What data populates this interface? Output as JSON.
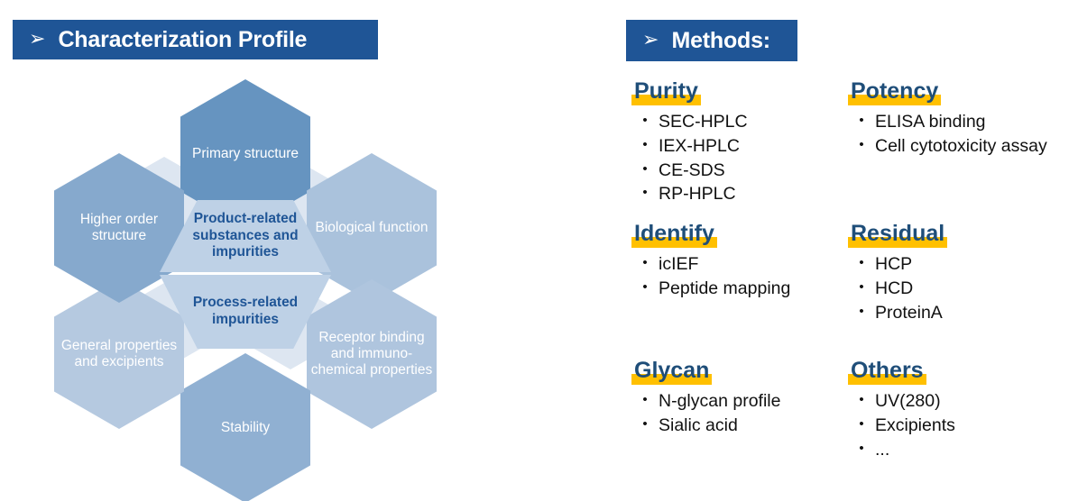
{
  "headers": {
    "left": {
      "arrow": "➢",
      "title": "Characterization Profile"
    },
    "right": {
      "arrow": "➢",
      "title": "Methods:"
    }
  },
  "colors": {
    "header_bar": "#1F5596",
    "heading_text": "#1F4E79",
    "highlight": "#FFC000",
    "hex_dark": "#6694C0",
    "hex_mid": "#86A9CD",
    "hex_light": "#AAC2DC",
    "hex_lighter": "#B9CCE2",
    "hex_center": "#BED1E6",
    "wedge": "#DDE6F1"
  },
  "diagram": {
    "outer_hexagons": [
      {
        "label": "Primary structure",
        "color": "#6694C0"
      },
      {
        "label": "Biological function",
        "color": "#AAC2DC"
      },
      {
        "label": "Receptor binding and immuno-chemical properties",
        "color": "#AFC5DE"
      },
      {
        "label": "Stability",
        "color": "#90B0D2"
      },
      {
        "label": "General properties and excipients",
        "color": "#B5C9E0"
      },
      {
        "label": "Higher order structure",
        "color": "#86A9CD"
      }
    ],
    "center_hexagons": [
      {
        "label": "Product-related substances and impurities"
      },
      {
        "label": "Process-related impurities"
      }
    ]
  },
  "methods": {
    "bullet": "•",
    "blocks": [
      {
        "title": "Purity",
        "items": [
          "SEC-HPLC",
          "IEX-HPLC",
          "CE-SDS",
          "RP-HPLC"
        ]
      },
      {
        "title": "Potency",
        "items": [
          "ELISA binding",
          "Cell cytotoxicity assay"
        ]
      },
      {
        "title": "Identify",
        "items": [
          "icIEF",
          "Peptide mapping"
        ]
      },
      {
        "title": "Residual",
        "items": [
          "HCP",
          "HCD",
          "ProteinA"
        ]
      },
      {
        "title": "Glycan",
        "items": [
          "N-glycan profile",
          "Sialic acid"
        ]
      },
      {
        "title": "Others",
        "items": [
          "UV(280)",
          "Excipients",
          "..."
        ]
      }
    ]
  }
}
